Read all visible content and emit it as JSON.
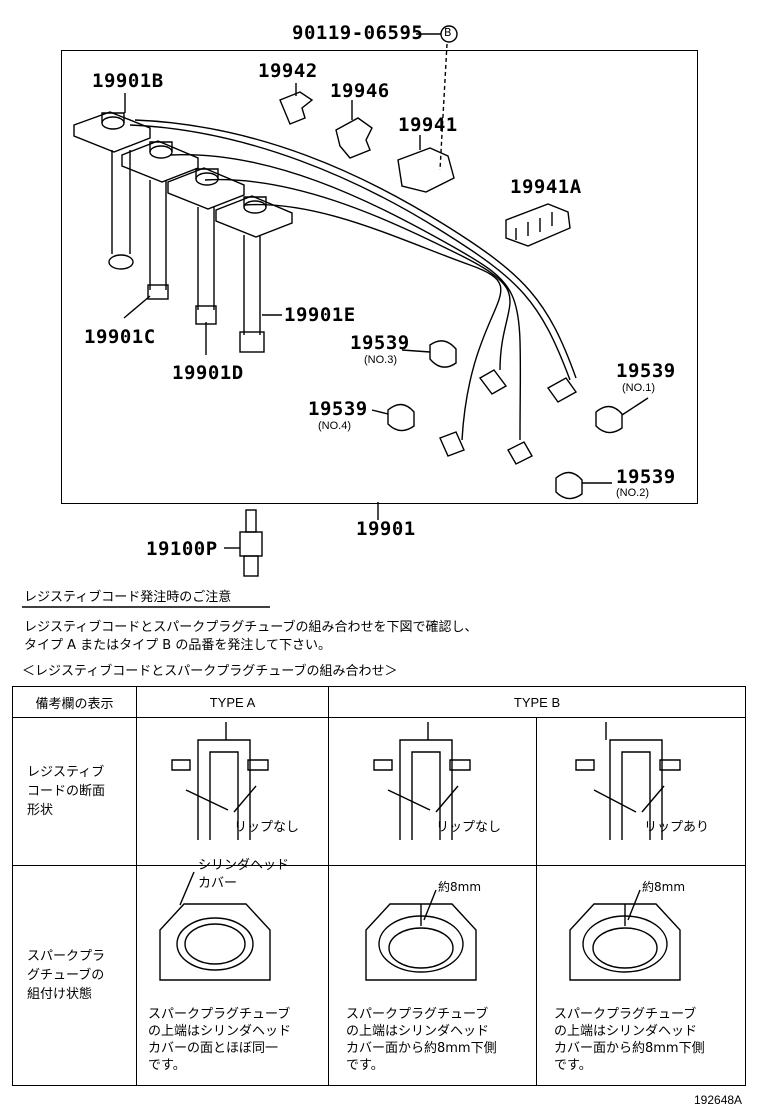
{
  "labels": {
    "bolt": "90119-06595",
    "bolt_marker": "B",
    "cord_no1_top": "19901B",
    "clamp_a": "19942",
    "clamp_b": "19946",
    "clamp_c": "19941",
    "clamp_d": "19941A",
    "cord_c": "19901C",
    "cord_d": "19901D",
    "cord_e": "19901E",
    "cap_no3": "19539",
    "cap_no3_sub": "(NO.3)",
    "cap_no4": "19539",
    "cap_no4_sub": "(NO.4)",
    "cap_no1": "19539",
    "cap_no1_sub": "(NO.1)",
    "cap_no2": "19539",
    "cap_no2_sub": "(NO.2)",
    "cord_set": "19901",
    "spark_plug": "19100P"
  },
  "notes": {
    "heading": "レジスティブコード発注時のご注意",
    "line1": "レジスティブコードとスパークプラグチューブの組み合わせを下図で確認し、",
    "line2": "タイプ A またはタイプ B の品番を発注して下さい。",
    "table_title": "＜レジスティブコードとスパークプラグチューブの組み合わせ＞"
  },
  "table": {
    "col_header": "備考欄の表示",
    "type_a": "TYPE A",
    "type_b": "TYPE B",
    "row1_label": "レジスティブ\nコードの断面\n形状",
    "row2_label": "スパークプラ\nグチューブの\n組付け状態",
    "lip_none_a": "リップなし",
    "lip_none_b": "リップなし",
    "lip_yes_b": "リップあり",
    "cyl_head_label": "シリンダヘッド",
    "cyl_head_label2": "カバー",
    "approx_b1": "約8mm",
    "approx_b2": "約8mm",
    "desc_a": [
      "スパークプラグチューブ",
      "の上端はシリンダヘッド",
      "カバーの面とほぼ同一",
      "です。"
    ],
    "desc_b1": [
      "スパークプラグチューブ",
      "の上端はシリンダヘッド",
      "カバー面から約8mm下側",
      "です。"
    ],
    "desc_b2": [
      "スパークプラグチューブ",
      "の上端はシリンダヘッド",
      "カバー面から約8mm下側",
      "です。"
    ]
  },
  "figure_id": "192648A"
}
